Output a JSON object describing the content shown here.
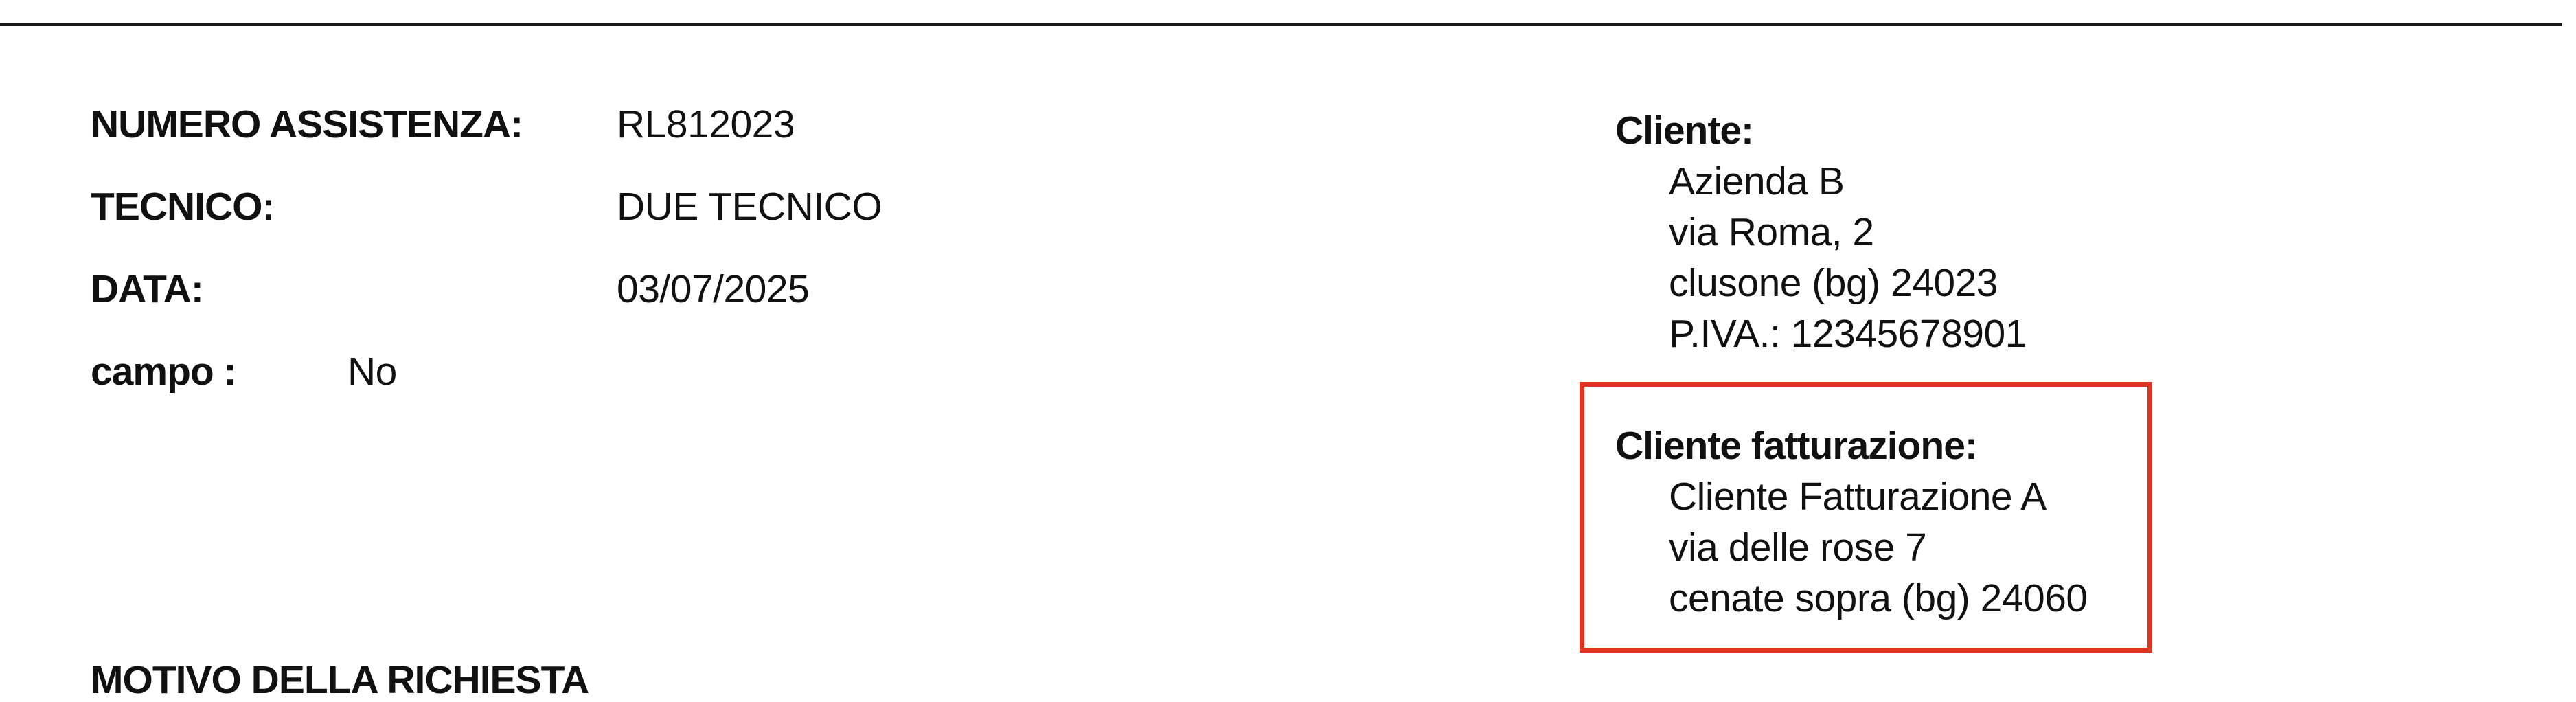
{
  "header": {
    "numero_assistenza": {
      "label": "NUMERO ASSISTENZA:",
      "value": "RL812023"
    },
    "tecnico": {
      "label": "TECNICO:",
      "value": "DUE TECNICO"
    },
    "data": {
      "label": "DATA:",
      "value": "03/07/2025"
    },
    "campo": {
      "label": "campo :",
      "value": "No"
    }
  },
  "cliente": {
    "heading": "Cliente:",
    "name": "Azienda B",
    "address": "via Roma, 2",
    "city": "clusone  (bg) 24023",
    "piva": "P.IVA.: 12345678901"
  },
  "cliente_fatturazione": {
    "heading": "Cliente fatturazione:",
    "name": "Cliente Fatturazione A",
    "address": "via delle rose 7",
    "city": "cenate sopra  (bg) 24060",
    "highlight_color": "#e03422"
  },
  "section": {
    "title": "MOTIVO DELLA RICHIESTA"
  }
}
